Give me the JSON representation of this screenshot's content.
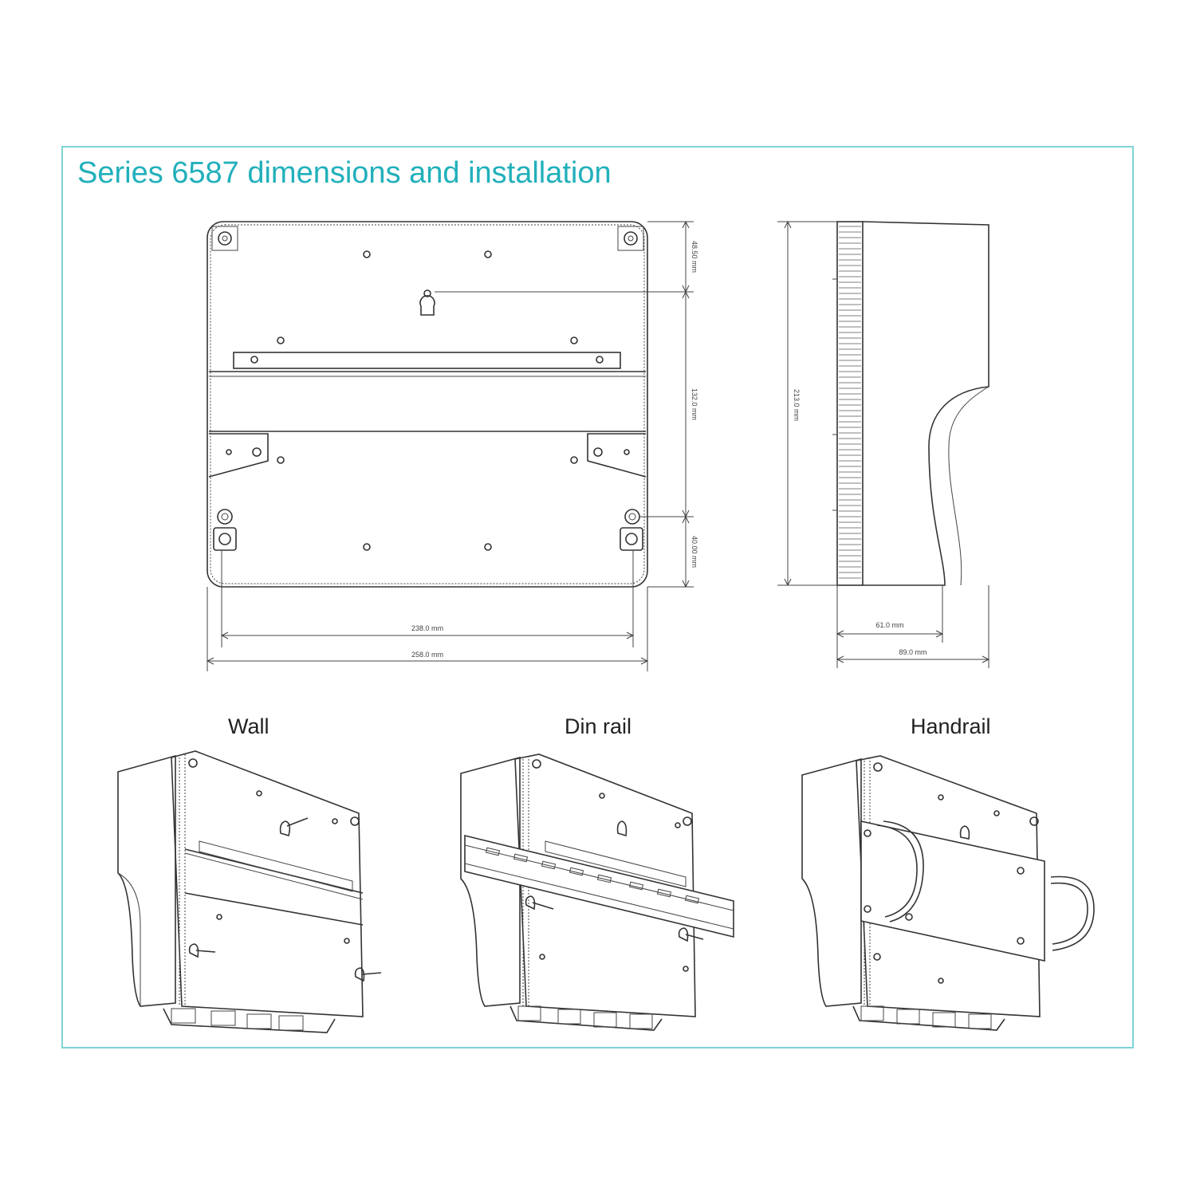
{
  "title": "Series 6587 dimensions and installation",
  "colors": {
    "accent": "#21b0bb",
    "frame": "#7fd3d6",
    "line": "#333333"
  },
  "dimensions": {
    "top_offset": "48.50 mm",
    "mid_span": "132.0 mm",
    "bottom_offset": "40.00 mm",
    "hole_spacing_width": "238.0 mm",
    "overall_width": "258.0 mm",
    "overall_height": "213.0 mm",
    "depth_body": "61.0 mm",
    "depth_total": "89.0 mm"
  },
  "installation": {
    "wall": "Wall",
    "din_rail": "Din rail",
    "handrail": "Handrail"
  }
}
